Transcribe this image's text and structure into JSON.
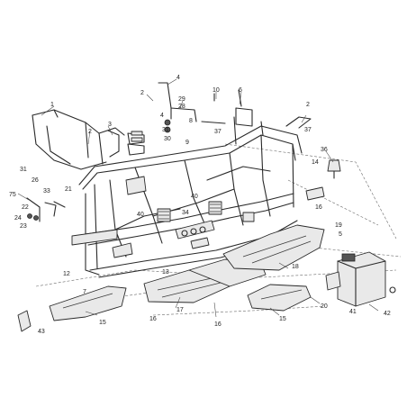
{
  "diagram": {
    "type": "exploded-parts-diagram",
    "colors": {
      "line": "#2a2a2a",
      "panel": "#e9e9e9",
      "background": "#ffffff"
    },
    "callouts": [
      {
        "id": "c-4a",
        "label": "4"
      },
      {
        "id": "c-2a",
        "label": "2"
      },
      {
        "id": "c-29",
        "label": "29"
      },
      {
        "id": "c-28",
        "label": "28"
      },
      {
        "id": "c-10",
        "label": "10"
      },
      {
        "id": "c-6",
        "label": "6"
      },
      {
        "id": "c-4b",
        "label": "4"
      },
      {
        "id": "c-31",
        "label": "31"
      },
      {
        "id": "c-8",
        "label": "8"
      },
      {
        "id": "c-30",
        "label": "30"
      },
      {
        "id": "c-37a",
        "label": "37"
      },
      {
        "id": "c-9",
        "label": "9"
      },
      {
        "id": "c-2b",
        "label": "2"
      },
      {
        "id": "c-37b",
        "label": "37"
      },
      {
        "id": "c-1",
        "label": "1"
      },
      {
        "id": "c-2c",
        "label": "2"
      },
      {
        "id": "c-3",
        "label": "3"
      },
      {
        "id": "c-36",
        "label": "36"
      },
      {
        "id": "c-31b",
        "label": "31"
      },
      {
        "id": "c-14",
        "label": "14"
      },
      {
        "id": "c-26",
        "label": "26"
      },
      {
        "id": "c-21",
        "label": "21"
      },
      {
        "id": "c-75",
        "label": "75"
      },
      {
        "id": "c-33",
        "label": "33"
      },
      {
        "id": "c-22",
        "label": "22"
      },
      {
        "id": "c-24",
        "label": "24"
      },
      {
        "id": "c-23",
        "label": "23"
      },
      {
        "id": "c-40a",
        "label": "40"
      },
      {
        "id": "c-34",
        "label": "34"
      },
      {
        "id": "c-40b",
        "label": "40"
      },
      {
        "id": "c-16a",
        "label": "16"
      },
      {
        "id": "c-19",
        "label": "19"
      },
      {
        "id": "c-5",
        "label": "5"
      },
      {
        "id": "c-18",
        "label": "18"
      },
      {
        "id": "c-12",
        "label": "12"
      },
      {
        "id": "c-13",
        "label": "13"
      },
      {
        "id": "c-7",
        "label": "7"
      },
      {
        "id": "c-15",
        "label": "15"
      },
      {
        "id": "c-17",
        "label": "17"
      },
      {
        "id": "c-16b",
        "label": "16"
      },
      {
        "id": "c-16c",
        "label": "16"
      },
      {
        "id": "c-20",
        "label": "20"
      },
      {
        "id": "c-15b",
        "label": "15"
      },
      {
        "id": "c-43",
        "label": "43"
      },
      {
        "id": "c-41",
        "label": "41"
      },
      {
        "id": "c-42",
        "label": "42"
      }
    ]
  }
}
